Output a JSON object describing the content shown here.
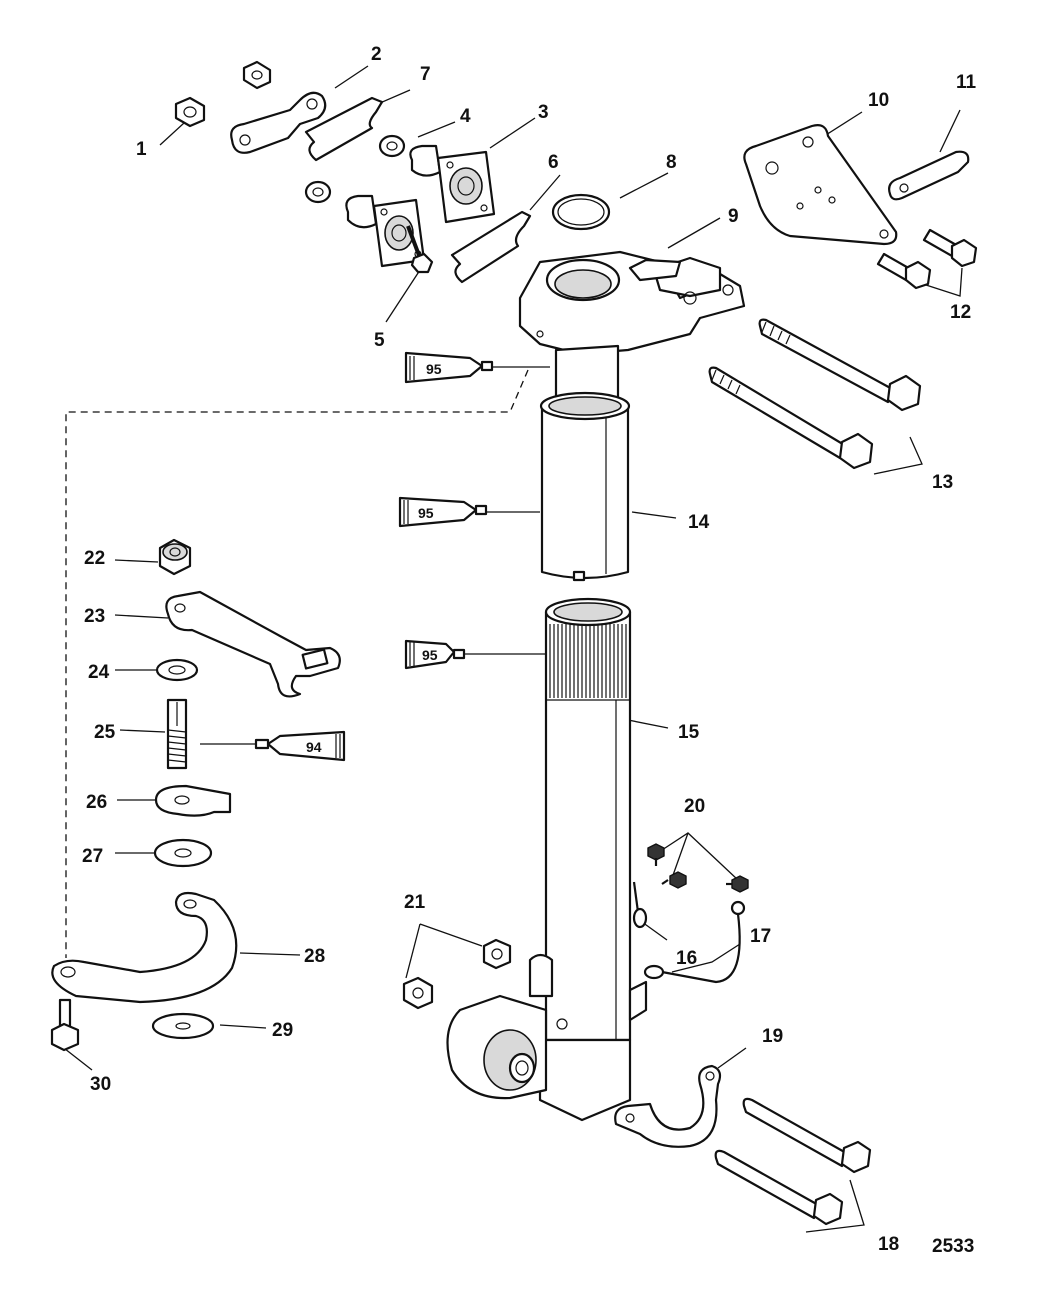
{
  "diagram": {
    "figure_number": "2533",
    "callouts": [
      "1",
      "2",
      "3",
      "4",
      "5",
      "6",
      "7",
      "8",
      "9",
      "10",
      "11",
      "12",
      "13",
      "14",
      "15",
      "16",
      "17",
      "18",
      "19",
      "20",
      "21",
      "22",
      "23",
      "24",
      "25",
      "26",
      "27",
      "28",
      "29",
      "30"
    ],
    "sealant_tubes": [
      {
        "id": "tube-a",
        "code": "95"
      },
      {
        "id": "tube-b",
        "code": "95"
      },
      {
        "id": "tube-c",
        "code": "95"
      },
      {
        "id": "tube-d",
        "code": "94"
      }
    ]
  }
}
